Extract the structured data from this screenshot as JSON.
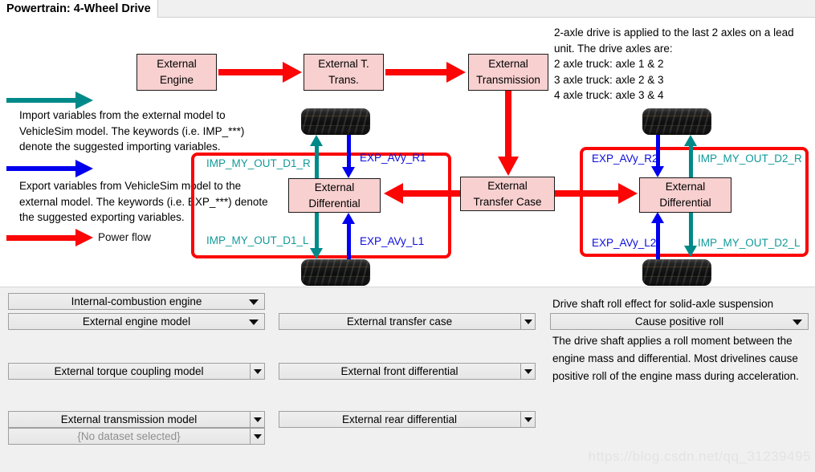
{
  "header": {
    "title": "Powertrain: 4-Wheel Drive"
  },
  "note": {
    "text": "2-axle drive is applied to the last 2 axles on a lead\nunit. The drive axles are:\n2 axle truck: axle 1 & 2\n3 axle truck: axle 2 & 3\n4 axle truck: axle 3 & 4"
  },
  "legend": {
    "import_text": "Import variables from the external model to\nVehicleSim model. The keywords (i.e. IMP_***)\ndenote the suggested importing variables.",
    "export_text": "Export variables from VehicleSim model to the\nexternal model. The keywords (i.e. EXP_***) denote\nthe suggested exporting variables.",
    "power_flow_label": "Power flow"
  },
  "diagram": {
    "boxes": {
      "engine": "External\nEngine",
      "torque_converter": "External T.\nTrans.",
      "transmission": "External\nTransmission",
      "transfer_case": "External\nTransfer Case",
      "front_differential": "External\nDifferential",
      "rear_differential": "External\nDifferential"
    },
    "ports": {
      "imp_d1_r": "IMP_MY_OUT_D1_R",
      "exp_r1": "EXP_AVy_R1",
      "imp_d1_l": "IMP_MY_OUT_D1_L",
      "exp_l1": "EXP_AVy_L1",
      "exp_r2": "EXP_AVy_R2",
      "imp_d2_r": "IMP_MY_OUT_D2_R",
      "exp_l2": "EXP_AVy_L2",
      "imp_d2_l": "IMP_MY_OUT_D2_L"
    }
  },
  "controls": {
    "left": [
      {
        "value": "Internal-combustion engine"
      },
      {
        "value": "External engine model"
      },
      {
        "value": "External torque coupling model"
      },
      {
        "value": "External transmission model"
      },
      {
        "value": "{No dataset selected}"
      }
    ],
    "middle": [
      {
        "value": "External transfer case"
      },
      {
        "value": "External front differential"
      },
      {
        "value": "External rear differential"
      }
    ],
    "right": {
      "label": "Drive shaft roll effect for solid-axle suspension",
      "value": "Cause positive roll",
      "description": "The drive shaft applies a roll moment between the\nengine mass and differential. Most drivelines cause\npositive roll of the engine mass during acceleration."
    }
  },
  "watermark": "https://blog.csdn.net/qq_31239495",
  "colors": {
    "import_teal": "#008989",
    "export_blue": "#0000ee",
    "power_red": "#fb0505",
    "box_fill": "#f8d0d0"
  }
}
